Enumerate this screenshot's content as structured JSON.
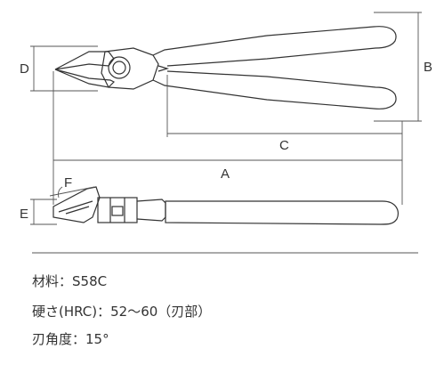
{
  "dimensions": {
    "A": "A",
    "B": "B",
    "C": "C",
    "D": "D",
    "E": "E",
    "F": "F"
  },
  "specs": [
    "材料：S58C",
    "硬さ(HRC)：52～60（刃部）",
    "刃角度：15°"
  ]
}
